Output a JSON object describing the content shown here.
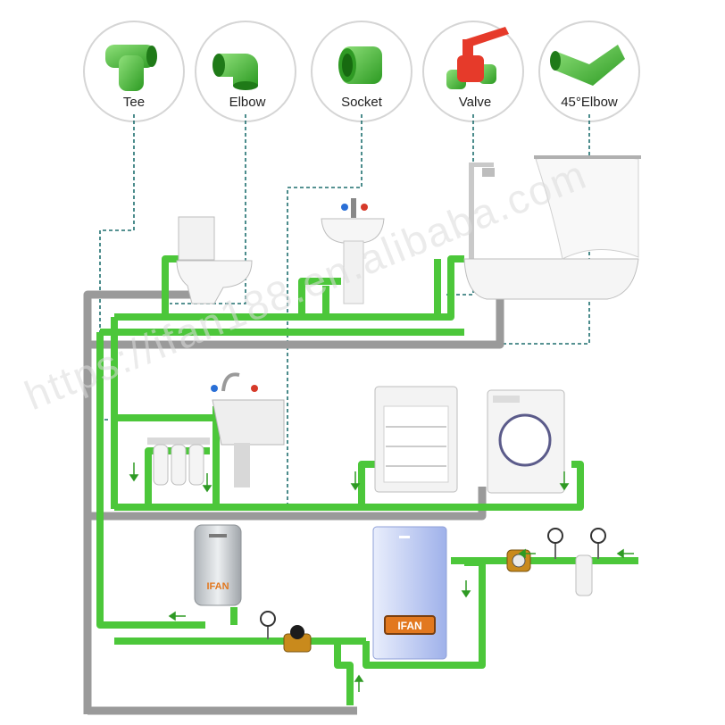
{
  "fittings": [
    {
      "name": "Tee"
    },
    {
      "name": "Elbow"
    },
    {
      "name": "Socket"
    },
    {
      "name": "Valve"
    },
    {
      "name": "45°Elbow"
    }
  ],
  "brand": {
    "heater_label": "IFAN",
    "boiler_label": "IFAN"
  },
  "watermark": "https://ifan188.en.alibaba.com",
  "colors": {
    "pipe_green": "#4cc73a",
    "pipe_green_dark": "#2f9a24",
    "drain_grey": "#9a9a9a",
    "dashed_callout": "#1f6f6f",
    "heater_body": "#cfd3d6",
    "boiler_body": "#b9c6f0",
    "brass": "#c98a1c"
  }
}
